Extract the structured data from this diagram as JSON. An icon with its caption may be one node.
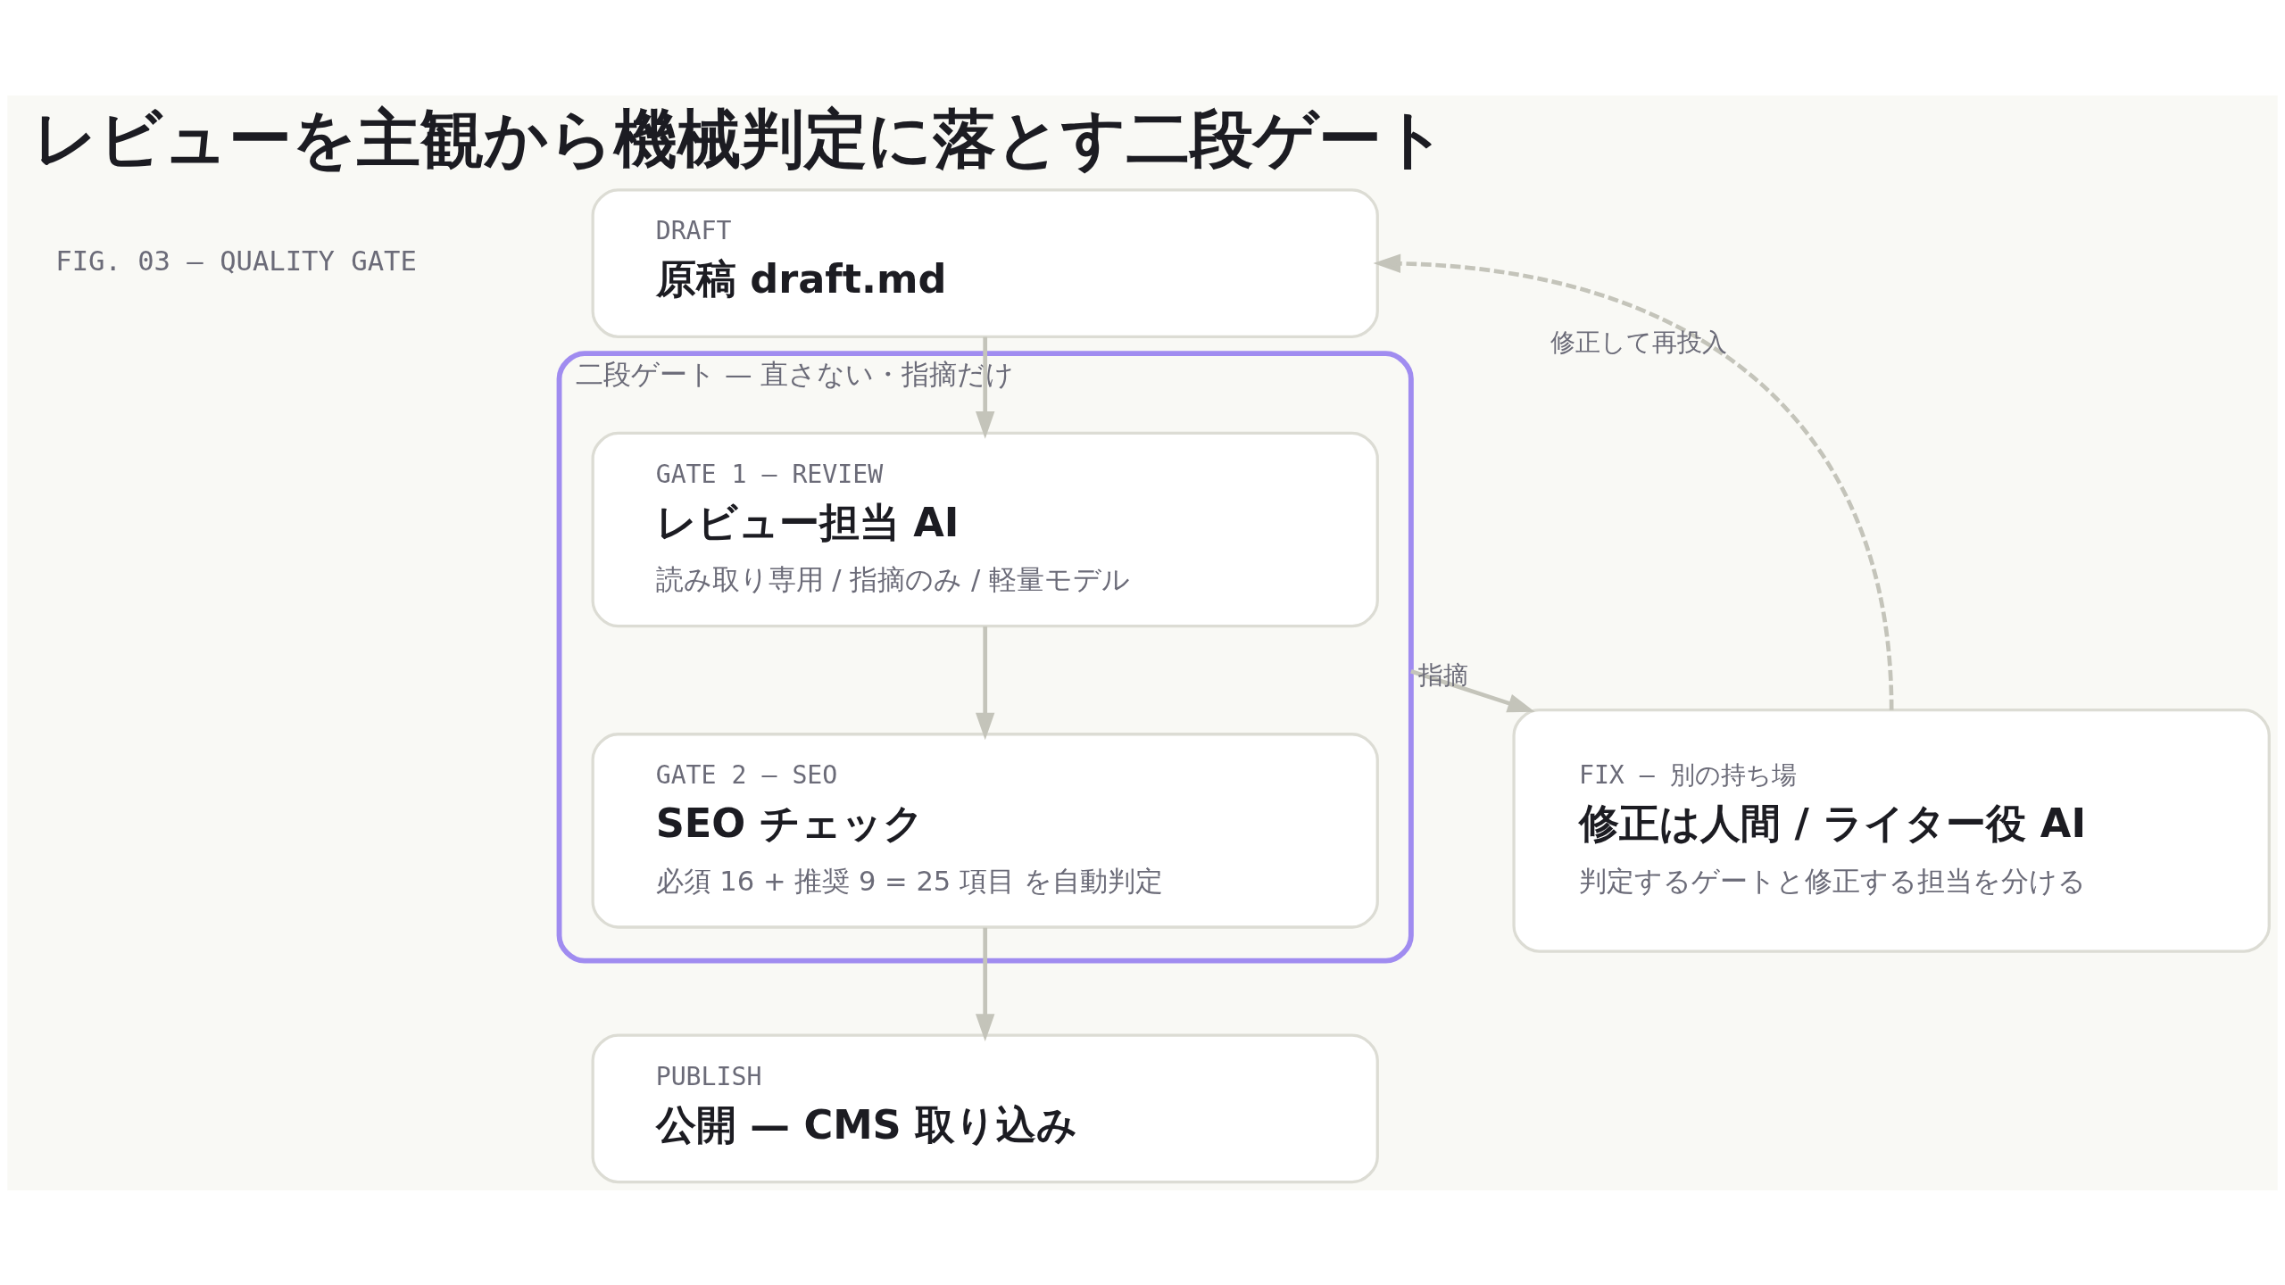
{
  "diagram": {
    "title": "レビューを主観から機械判定に落とす二段ゲート",
    "nodes": [
      {
        "text": [
          "DRAFT",
          "原稿 draft.md"
        ]
      },
      {
        "text": [
          "二段ゲート — 直さない・指摘だけ"
        ]
      },
      {
        "text": [
          "GATE 1 — REVIEW",
          "レビュー担当 AI",
          "読み取り専用 / 指摘のみ / 軽量モデル"
        ],
        "in": 1
      },
      {
        "text": [
          "GATE 2 — SEO",
          "SEO チェック",
          "必須 16 + 推奨 9 = 25 項目 を自動判定"
        ],
        "in": 1
      },
      {
        "text": [
          "PUBLISH",
          "公開 — CMS 取り込み"
        ]
      },
      {
        "text": [
          "FIX — 別の持ち場",
          "修正は人間 / ライター役 AI",
          "判定するゲートと修正する担当を分ける"
        ]
      }
    ],
    "edges": [
      {
        "from": 0,
        "to": 2,
        "arrow": "to"
      },
      {
        "from": 2,
        "to": 3,
        "arrow": "to"
      },
      {
        "from": 3,
        "to": 4,
        "arrow": "to"
      },
      {
        "from": 1,
        "to": 5,
        "label": "指摘",
        "arrow": "to"
      },
      {
        "from": 5,
        "to": 0,
        "label": "修正して再投入",
        "arrow": "to",
        "style": "dashed"
      }
    ],
    "labels": [
      "FIG. 03 — QUALITY GATE"
    ]
  }
}
